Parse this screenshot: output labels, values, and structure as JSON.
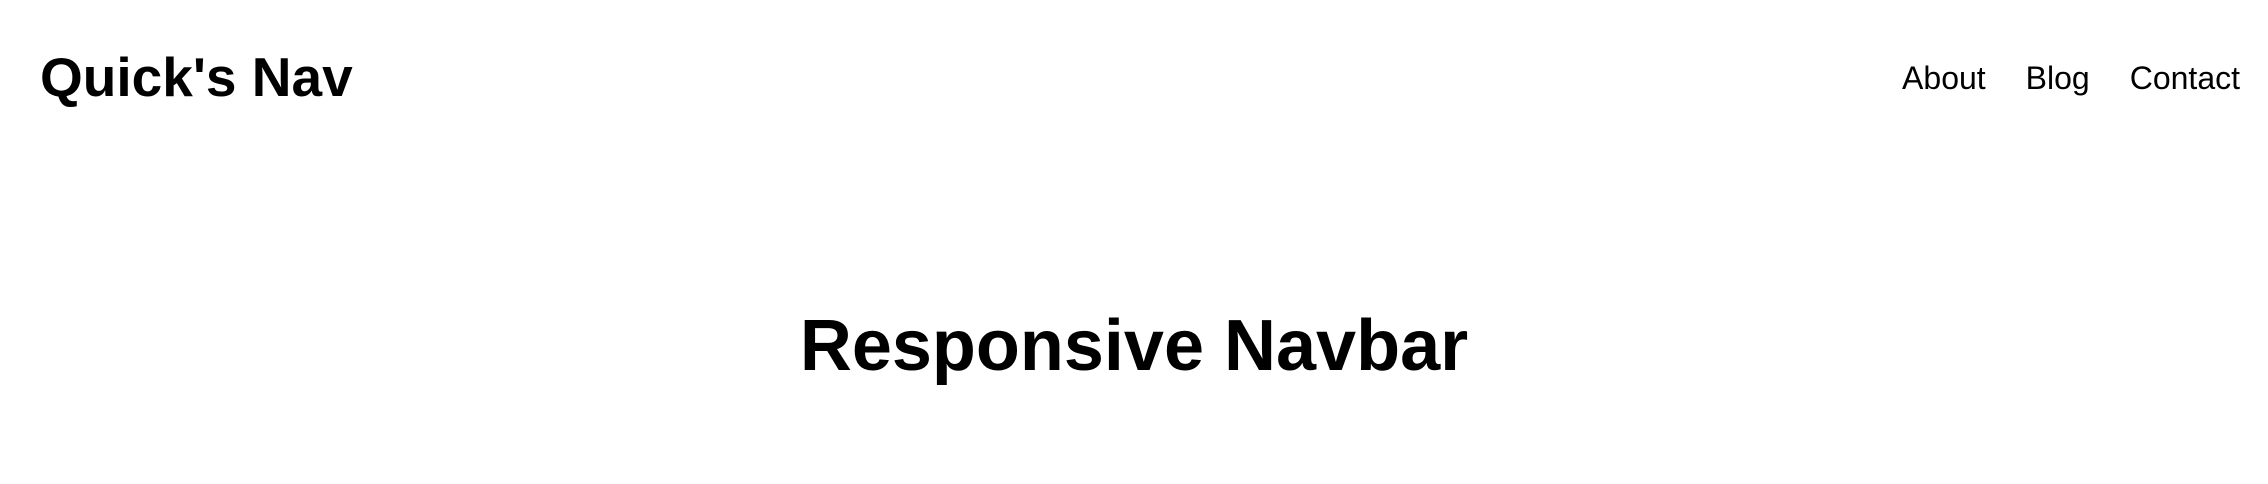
{
  "navbar": {
    "brand": "Quick's Nav",
    "links": [
      {
        "label": "About"
      },
      {
        "label": "Blog"
      },
      {
        "label": "Contact"
      }
    ]
  },
  "hero": {
    "title": "Responsive Navbar"
  },
  "colors": {
    "background": "#ffffff",
    "text": "#000000"
  }
}
